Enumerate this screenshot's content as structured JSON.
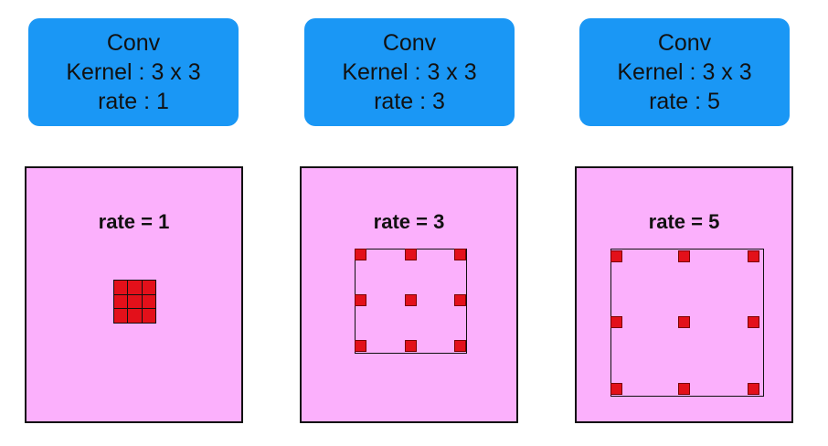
{
  "colors": {
    "conv_box": "#1a97f5",
    "panel_fill": "#fbb0fc",
    "kernel_cell": "#e3101a",
    "outline": "#111111"
  },
  "conv_boxes": [
    {
      "title": "Conv",
      "kernel": "Kernel : 3 x 3",
      "rate": "rate : 1"
    },
    {
      "title": "Conv",
      "kernel": "Kernel : 3 x 3",
      "rate": "rate : 3"
    },
    {
      "title": "Conv",
      "kernel": "Kernel : 3 x 3",
      "rate": "rate : 5"
    }
  ],
  "panels": [
    {
      "label": "rate = 1",
      "rate": 1
    },
    {
      "label": "rate = 3",
      "rate": 3
    },
    {
      "label": "rate = 5",
      "rate": 5
    }
  ]
}
